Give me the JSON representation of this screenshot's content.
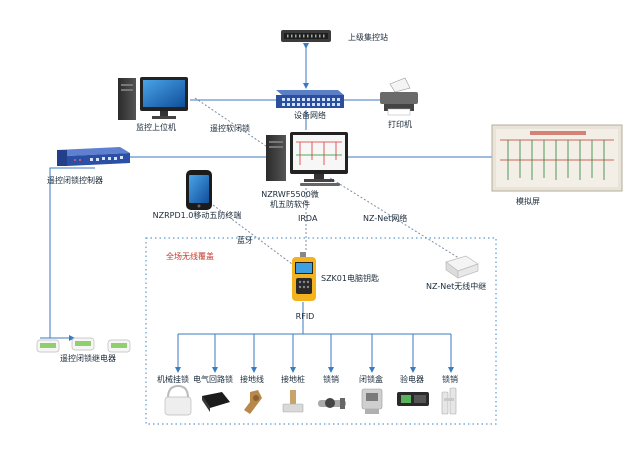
{
  "nodes": {
    "upper_station": "上级集控站",
    "device_network": "设备网络",
    "monitor_pc": "监控上位机",
    "printer": "打印机",
    "remote_lock_controller": "遥控闭锁控制器",
    "five_prevention_software": "NZRWF5500微\n机五防软件",
    "simulation_screen": "模拟屏",
    "mobile_terminal": "NZRPD1.0移动五防终端",
    "computer_key": "SZK01电脑钥匙",
    "relay": "遥控闭锁继电器",
    "wireless_repeater": "NZ-Net无线中继",
    "coverage_area": "全场无线覆盖"
  },
  "links": {
    "remote_lock": "遥控软闭锁",
    "irda": "IRDA",
    "bluetooth": "蓝牙",
    "nznet": "NZ-Net网络",
    "rfid": "RFID"
  },
  "locks": [
    "机械挂锁",
    "电气回路锁",
    "接地线",
    "接地桩",
    "锁销",
    "闭锁盒",
    "验电器",
    "锁销"
  ],
  "colors": {
    "line": "#3a7bbf",
    "dash": "#5a9bd5",
    "screen": "#1e73be",
    "switch": "#2b4f9e",
    "key_body": "#f3b21e",
    "label": "#1a2a3a",
    "accent_red": "#c0392b"
  }
}
